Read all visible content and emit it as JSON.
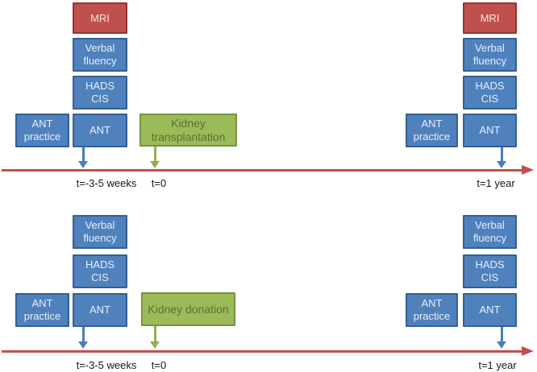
{
  "palette": {
    "blue_fill": "#4f81bd",
    "blue_border": "#365f91",
    "blue_text": "#e9eff8",
    "red_fill": "#c0504d",
    "red_border": "#943634",
    "red_text": "#f5e4e3",
    "green_fill": "#9bbb59",
    "green_border": "#77933c",
    "green_text": "#5c7033",
    "blue_arrow": "#4a7ebb",
    "green_arrow": "#8fb04e",
    "timeline_color": "#c0504d"
  },
  "top": {
    "baseline": {
      "mri": "MRI",
      "verbal_fluency": "Verbal\nfluency",
      "hads_cis": "HADS\nCIS",
      "ant_practice": "ANT\npractice",
      "ant": "ANT"
    },
    "event": "Kidney\ntransplantation",
    "followup": {
      "mri": "MRI",
      "verbal_fluency": "Verbal\nfluency",
      "hads_cis": "HADS\nCIS",
      "ant_practice": "ANT\npractice",
      "ant": "ANT"
    },
    "ticks": {
      "baseline": "t=-3-5 weeks",
      "event": "t=0",
      "followup": "t=1 year"
    }
  },
  "bottom": {
    "baseline": {
      "verbal_fluency": "Verbal\nfluency",
      "hads_cis": "HADS\nCIS",
      "ant_practice": "ANT\npractice",
      "ant": "ANT"
    },
    "event": "Kidney donation",
    "followup": {
      "verbal_fluency": "Verbal\nfluency",
      "hads_cis": "HADS\nCIS",
      "ant_practice": "ANT\npractice",
      "ant": "ANT"
    },
    "ticks": {
      "baseline": "t=-3-5 weeks",
      "event": "t=0",
      "followup": "t=1 year"
    }
  }
}
